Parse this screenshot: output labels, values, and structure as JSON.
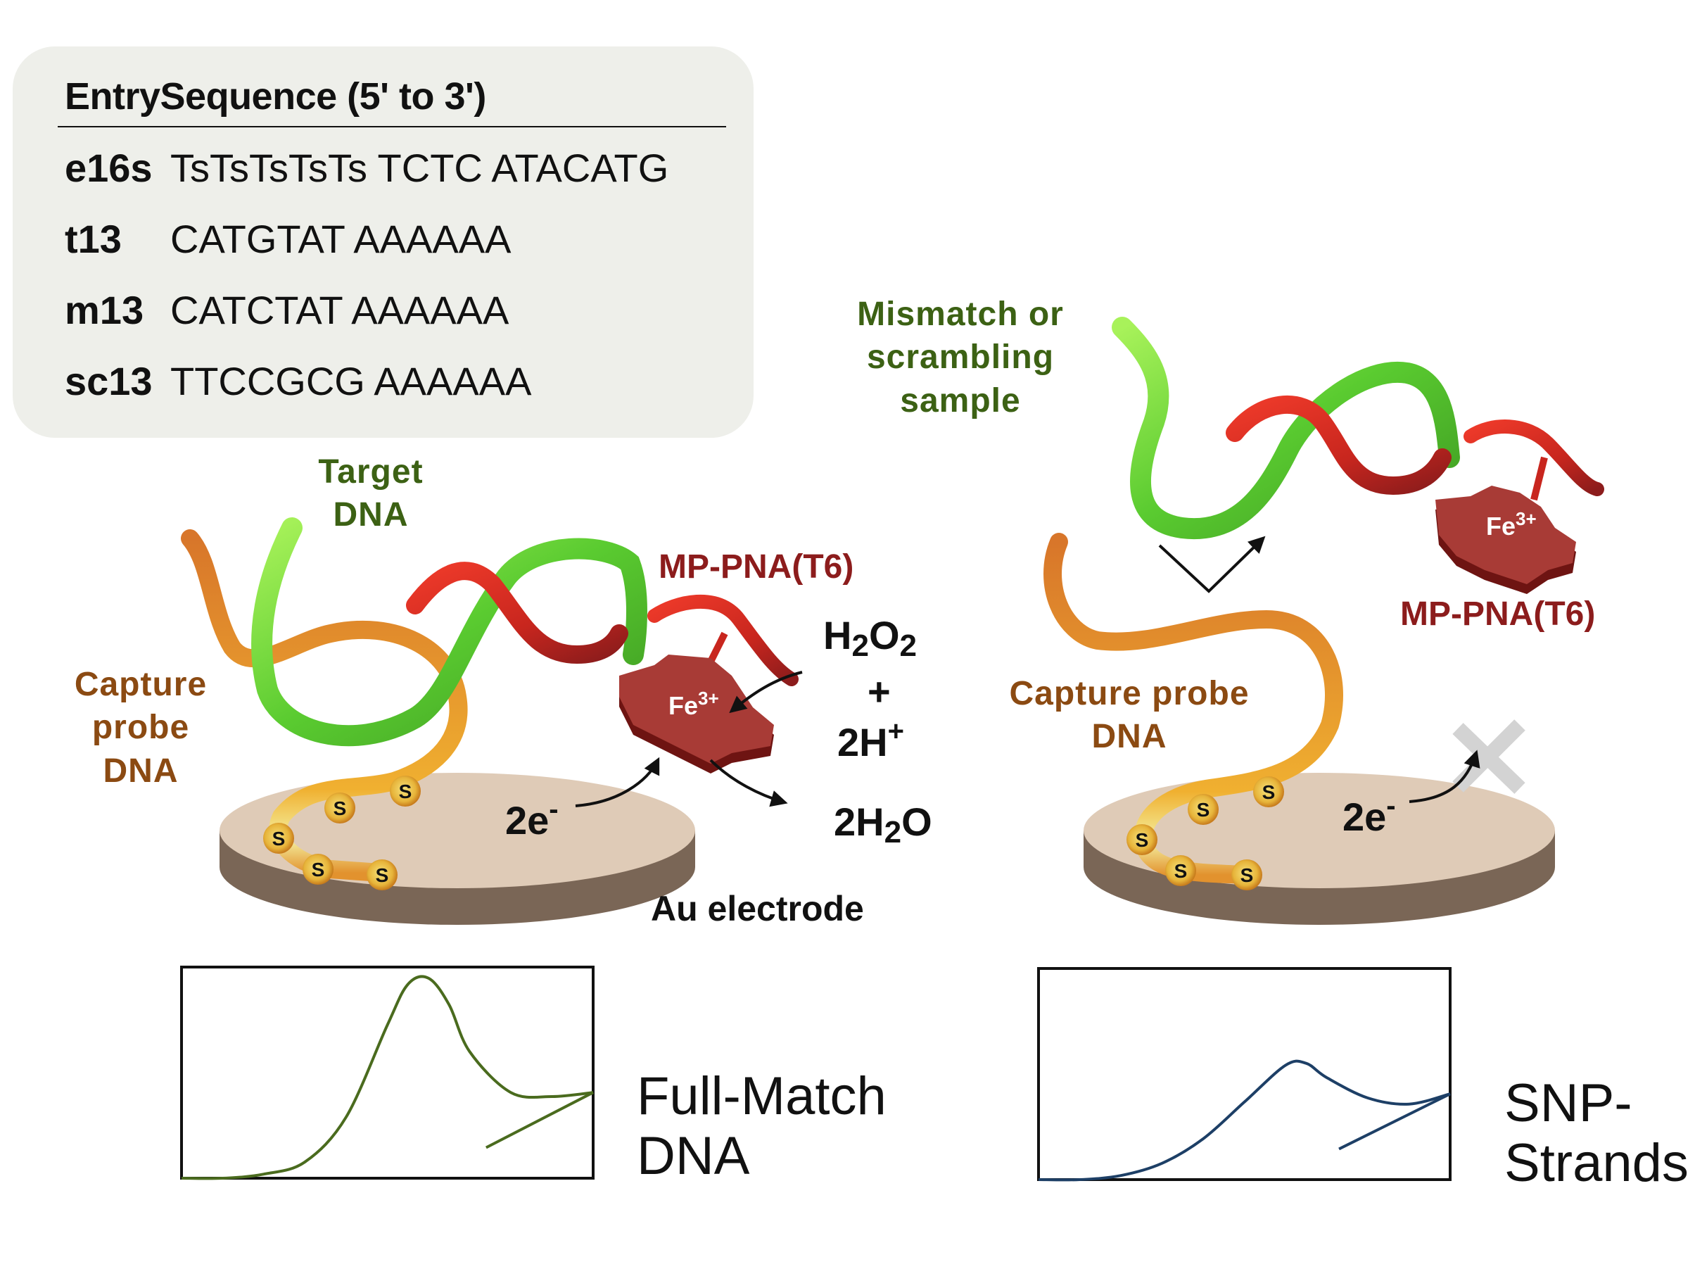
{
  "sequence_table": {
    "header": "EntrySequence (5' to 3')",
    "rows": [
      {
        "entry": "e16s",
        "sequence": "TsTsTsTsTs TCTC ATACATG"
      },
      {
        "entry": "t13",
        "sequence": "CATGTAT AAAAAA"
      },
      {
        "entry": "m13",
        "sequence": "CATCTAT AAAAAA"
      },
      {
        "entry": "sc13",
        "sequence": "TTCCGCG AAAAAA"
      }
    ]
  },
  "left_panel": {
    "target_label": [
      "Target",
      "DNA"
    ],
    "capture_label": [
      "Capture",
      "probe",
      "DNA"
    ],
    "mp_pna_label": "MP-PNA(T6)",
    "fe_label": {
      "base": "Fe",
      "sup": "3+"
    },
    "electron_label": {
      "base": "2e",
      "sup": "-"
    },
    "reactant_h2o2": {
      "a": "H",
      "s1": "2",
      "b": "O",
      "s2": "2"
    },
    "plus": "+",
    "reactant_h": {
      "base": "2H",
      "sup": "+"
    },
    "product": {
      "a": "2H",
      "s": "2",
      "b": "O"
    },
    "electrode_label": "Au electrode",
    "thiol_label": "S",
    "curve_label": [
      "Full-Match",
      "DNA"
    ]
  },
  "right_panel": {
    "sample_label": [
      "Mismatch or",
      "scrambling",
      "sample"
    ],
    "mp_pna_label": "MP-PNA(T6)",
    "fe_label": {
      "base": "Fe",
      "sup": "3+"
    },
    "capture_label": [
      "Capture  probe",
      "DNA"
    ],
    "electron_label": {
      "base": "2e",
      "sup": "-"
    },
    "blocked_icon": "x-mark",
    "thiol_label": "S",
    "curve_label": [
      "SNP-",
      "Strands"
    ]
  },
  "colors": {
    "target_green": "#4fbf2e",
    "pna_red": "#c8261e",
    "capture_orange": "#e07a24",
    "porphyrin": "#a83b36",
    "electrode_top": "#dfcbb7",
    "electrode_side": "#7a6656",
    "full_match_curve": "#4a6b1e",
    "snp_curve": "#1d3f66",
    "label_green": "#3c6114",
    "label_brown": "#8b4a12",
    "label_red": "#8c1c1c"
  },
  "chart_data": [
    {
      "type": "line",
      "title": "Full-Match DNA",
      "xlabel": "",
      "ylabel": "",
      "x": [
        0,
        0.1,
        0.2,
        0.3,
        0.4,
        0.5,
        0.55,
        0.6,
        0.65,
        0.7,
        0.8,
        0.9,
        1.0
      ],
      "series": [
        {
          "name": "Full-Match DNA",
          "values": [
            0.0,
            0.0,
            0.02,
            0.08,
            0.3,
            0.75,
            0.95,
            0.98,
            0.85,
            0.62,
            0.42,
            0.4,
            0.42
          ]
        }
      ],
      "return_sweep": {
        "x": [
          0.74,
          1.0
        ],
        "values": [
          0.15,
          0.42
        ]
      },
      "ylim": [
        0,
        1
      ],
      "grid": false,
      "color": "#4a6b1e"
    },
    {
      "type": "line",
      "title": "SNP-Strands",
      "xlabel": "",
      "ylabel": "",
      "x": [
        0,
        0.1,
        0.2,
        0.3,
        0.4,
        0.5,
        0.6,
        0.65,
        0.7,
        0.8,
        0.9,
        1.0
      ],
      "series": [
        {
          "name": "SNP-Strands",
          "values": [
            0.0,
            0.0,
            0.02,
            0.08,
            0.2,
            0.38,
            0.56,
            0.57,
            0.5,
            0.4,
            0.37,
            0.42
          ]
        }
      ],
      "return_sweep": {
        "x": [
          0.73,
          1.0
        ],
        "values": [
          0.15,
          0.42
        ]
      },
      "ylim": [
        0,
        1
      ],
      "grid": false,
      "color": "#1d3f66"
    }
  ]
}
